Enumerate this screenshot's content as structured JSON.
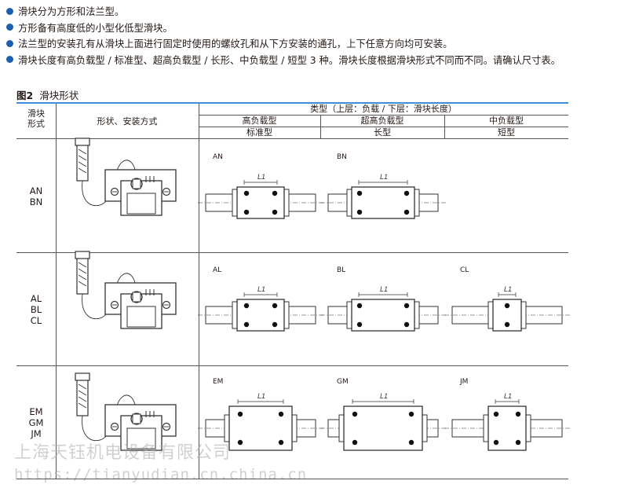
{
  "bullets": [
    "滑块分为方形和法兰型。",
    "方形备有高度低的小型化低型滑块。",
    "法兰型的安装孔有从滑块上面进行固定时使用的螺纹孔和从下方安装的通孔，上下任意方向均可安装。",
    "滑块长度有高负载型 / 标准型、超高负载型 / 长形、中负载型 / 短型 3 种。滑块长度根据滑块形式不同而不同。请确认尺寸表。"
  ],
  "figure": {
    "number": "图2",
    "title": "滑块形状"
  },
  "table": {
    "col1_header": [
      "滑块",
      "形式"
    ],
    "col2_header": "形状、安装方式",
    "type_header": "类型（上层：负载 / 下层：滑块长度）",
    "groups": [
      {
        "load": "高负载型",
        "length": "标准型"
      },
      {
        "load": "超高负载型",
        "length": "长型"
      },
      {
        "load": "中负载型",
        "length": "短型"
      }
    ],
    "rows": [
      {
        "forms": [
          "AN",
          "BN"
        ],
        "cells": [
          "AN",
          "BN"
        ]
      },
      {
        "forms": [
          "AL",
          "BL",
          "CL"
        ],
        "cells": [
          "AL",
          "BL",
          "CL"
        ]
      },
      {
        "forms": [
          "EM",
          "GM",
          "JM"
        ],
        "cells": [
          "EM",
          "GM",
          "JM"
        ]
      }
    ],
    "dimension_label": "L1"
  },
  "watermark": {
    "company": "上海天钰机电设备有限公司",
    "url": "https://tianyudian.cn.china.cn"
  },
  "colors": {
    "bullet": "#1d5fae",
    "rule": "#3c8fd6",
    "line": "#555555"
  }
}
